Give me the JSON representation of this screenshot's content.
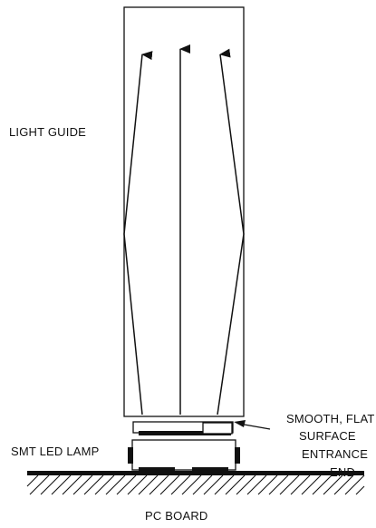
{
  "labels": {
    "light_guide": "LIGHT GUIDE",
    "smooth_flat_surface": "SMOOTH, FLAT",
    "surface": "SURFACE",
    "entrance": "ENTRANCE",
    "end": "END",
    "smt_led_lamp": "SMT LED LAMP",
    "pc_board": "PC BOARD"
  },
  "colors": {
    "stroke": "#111111",
    "background": "#ffffff"
  }
}
